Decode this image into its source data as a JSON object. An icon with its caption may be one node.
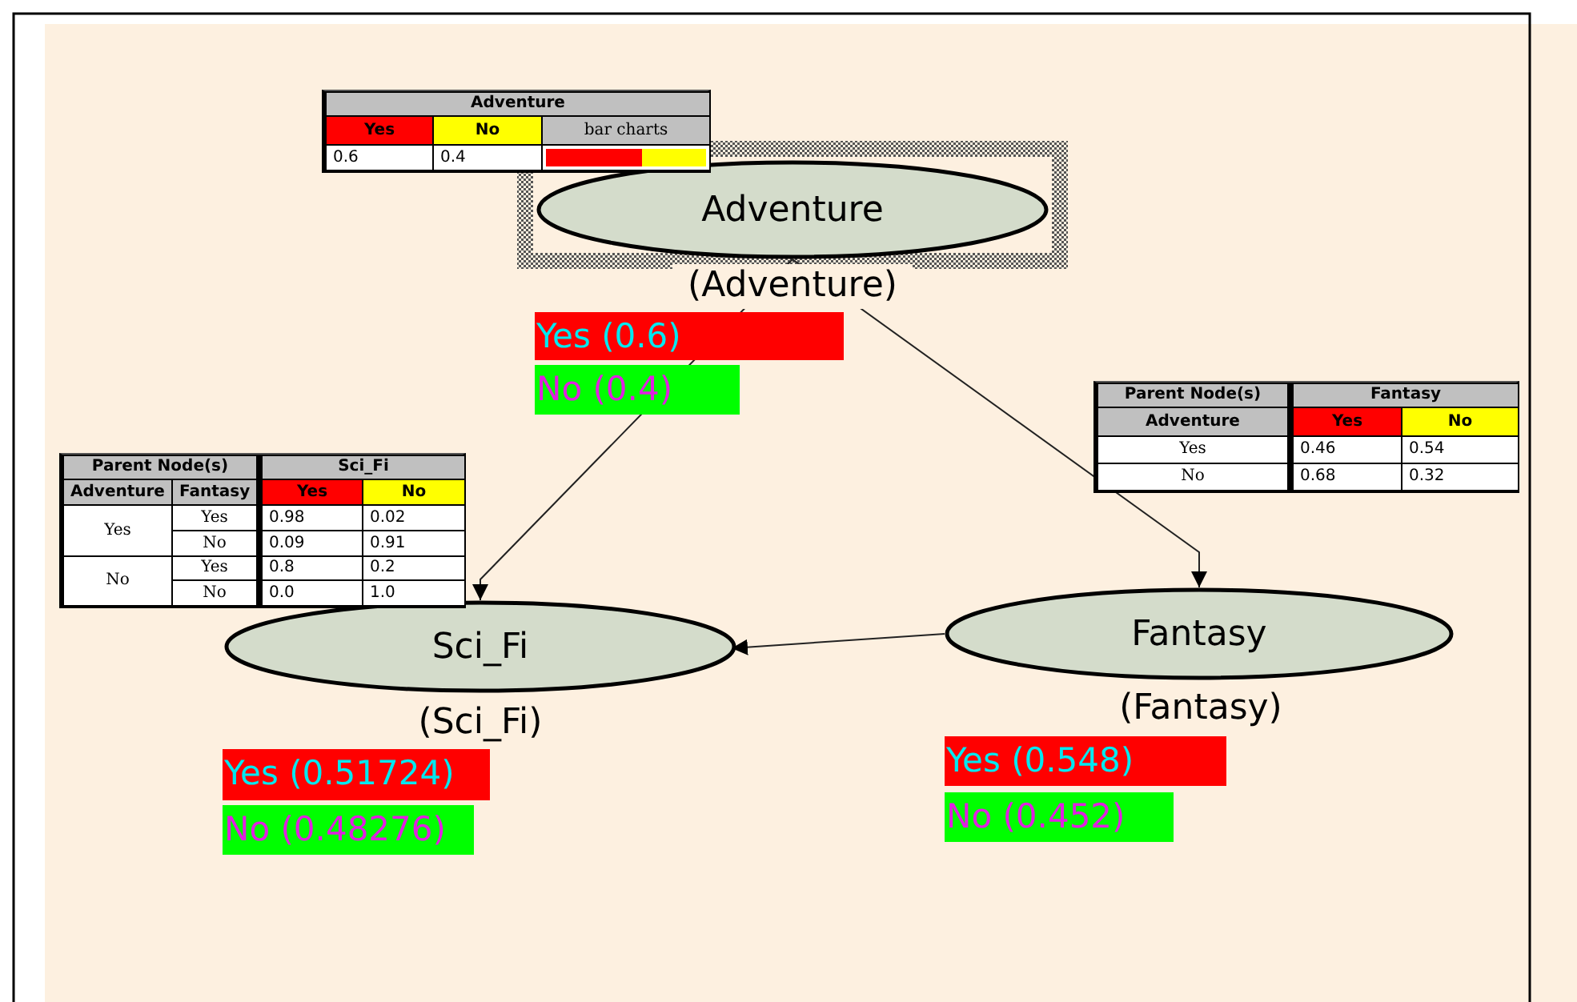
{
  "diagram": {
    "nodes": [
      {
        "text": [
          "Adventure"
        ],
        "beside": [
          "(Adventure)",
          "Yes (0.6)",
          "No (0.4)"
        ]
      },
      {
        "text": [
          "Sci_Fi"
        ],
        "beside": [
          "(Sci_Fi)",
          "Yes (0.51724)",
          "No (0.48276)"
        ]
      },
      {
        "text": [
          "Fantasy"
        ],
        "beside": [
          "(Fantasy)",
          "Yes (0.548)",
          "No (0.452)"
        ]
      }
    ],
    "edges": [
      {
        "from": 0,
        "to": 1,
        "arrow": "to"
      },
      {
        "from": 0,
        "to": 2,
        "arrow": "to"
      },
      {
        "from": 2,
        "to": 1,
        "arrow": "to"
      }
    ],
    "labels": [
      "Adventure",
      "Yes",
      "No",
      "bar charts",
      "0.6",
      "0.4",
      "Parent Node(s)",
      "Fantasy",
      "Adventure",
      "Yes",
      "No",
      "Yes",
      "0.46",
      "0.54",
      "No",
      "0.68",
      "0.32",
      "Parent Node(s)",
      "Sci_Fi",
      "Adventure",
      "Fantasy",
      "Yes",
      "No",
      "Yes",
      "Yes",
      "0.98",
      "0.02",
      "No",
      "0.09",
      "0.91",
      "No",
      "Yes",
      "0.8",
      "0.2",
      "No",
      "0.0",
      "1.0"
    ]
  }
}
